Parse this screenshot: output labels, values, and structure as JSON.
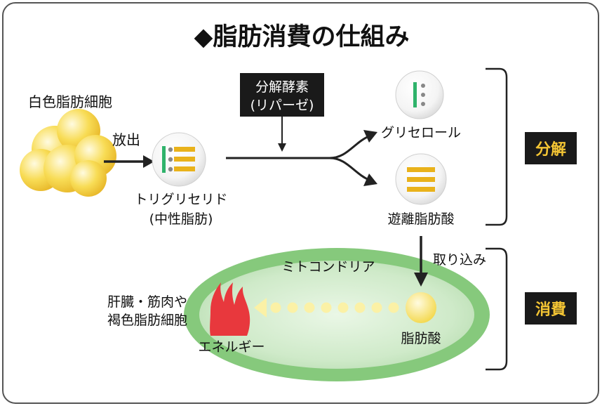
{
  "title": "◆脂肪消費の仕組み",
  "labels": {
    "white_fat_cell": "白色脂肪細胞",
    "release": "放出",
    "triglyceride_1": "トリグリセリド",
    "triglyceride_2": "(中性脂肪)",
    "enzyme_1": "分解酵素",
    "enzyme_2": "(リパーゼ)",
    "glycerol": "グリセロール",
    "free_fatty_acid": "遊離脂肪酸",
    "decompose_tag": "分解",
    "uptake": "取り込み",
    "mitochondria": "ミトコンドリア",
    "tissues_1": "肝臓・筋肉や",
    "tissues_2": "褐色脂肪細胞",
    "energy": "エネルギー",
    "fatty_acid": "脂肪酸",
    "consume_tag": "消費"
  },
  "colors": {
    "fat_cell": "#f6d64a",
    "glycerol_bar": "#2fb36b",
    "fatty_acid_bar": "#e9b21b",
    "mito_outer": "#86c97c",
    "mito_inner": "#c9e9c3",
    "flame": "#e8383d",
    "tag_bg": "#1a1a1a"
  }
}
